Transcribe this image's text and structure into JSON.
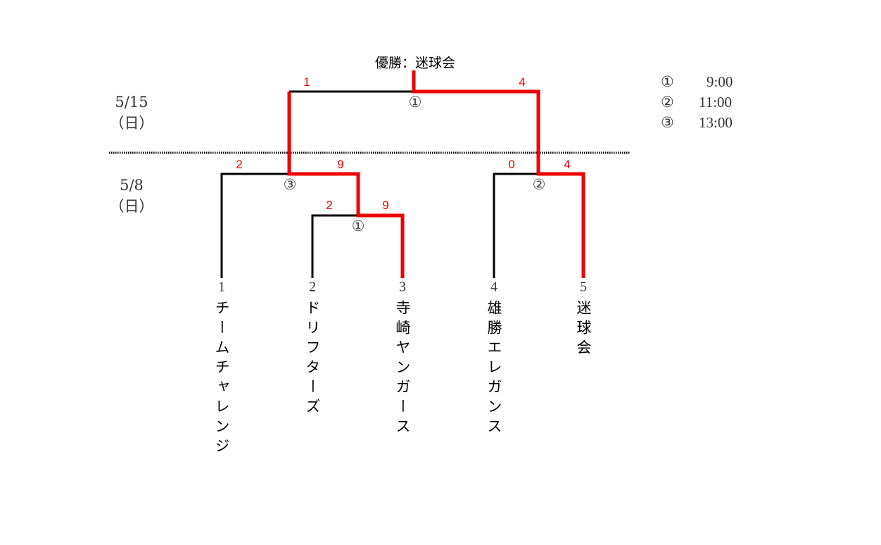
{
  "title": "優勝：迷球会",
  "dates": [
    {
      "date": "5/15",
      "day": "（日）"
    },
    {
      "date": "5/8",
      "day": "（日）"
    }
  ],
  "schedule": [
    {
      "mark": "①",
      "time": "9:00"
    },
    {
      "mark": "②",
      "time": "11:00"
    },
    {
      "mark": "③",
      "time": "13:00"
    }
  ],
  "teams": [
    {
      "seed": "1",
      "name": "チームチャレンジ"
    },
    {
      "seed": "2",
      "name": "ドリフターズ"
    },
    {
      "seed": "3",
      "name": "寺崎ヤンガース"
    },
    {
      "seed": "4",
      "name": "雄勝エレガンス"
    },
    {
      "seed": "5",
      "name": "迷球会"
    }
  ],
  "matches": {
    "r1_m1": {
      "mark": "①",
      "score_left": "2",
      "score_right": "9",
      "winner": "寺崎ヤンガース"
    },
    "r1_m2": {
      "mark": "②",
      "score_left": "0",
      "score_right": "4",
      "winner": "迷球会"
    },
    "r1_m3": {
      "mark": "③",
      "score_left": "2",
      "score_right": "9",
      "winner": "寺崎ヤンガース"
    },
    "final": {
      "mark": "①",
      "score_left": "1",
      "score_right": "4",
      "winner": "迷球会"
    }
  },
  "colors": {
    "win": "#ee0000",
    "line": "#000000"
  }
}
